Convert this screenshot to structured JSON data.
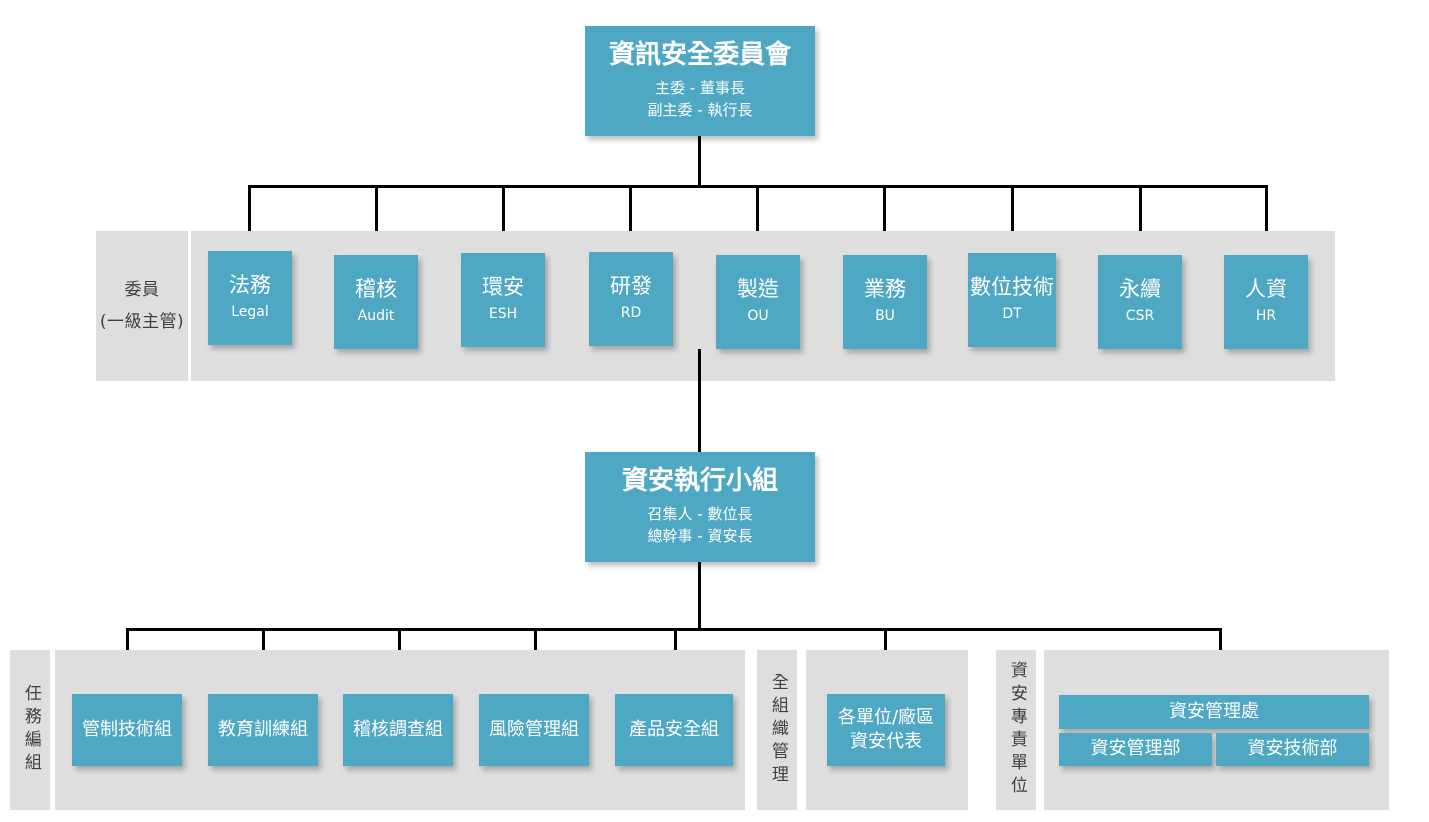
{
  "colors": {
    "node_fill": "#4ea7c3",
    "band_fill": "#dedede",
    "connector": "#000000",
    "node_text": "#ffffff",
    "band_text": "#404040"
  },
  "top": {
    "title": "資訊安全委員會",
    "roles": [
      "主委 - 董事長",
      "副主委 - 執行長"
    ]
  },
  "committee": {
    "label_line1": "委員",
    "label_line2": "(一級主管)",
    "members": [
      {
        "cn": "法務",
        "en": "Legal"
      },
      {
        "cn": "稽核",
        "en": "Audit"
      },
      {
        "cn": "環安",
        "en": "ESH"
      },
      {
        "cn": "研發",
        "en": "RD"
      },
      {
        "cn": "製造",
        "en": "OU"
      },
      {
        "cn": "業務",
        "en": "BU"
      },
      {
        "cn": "數位技術",
        "en": "DT"
      },
      {
        "cn": "永續",
        "en": "CSR"
      },
      {
        "cn": "人資",
        "en": "HR"
      }
    ]
  },
  "exec": {
    "title": "資安執行小組",
    "roles": [
      "召集人 - 數位長",
      "總幹事 - 資安長"
    ]
  },
  "task_force": {
    "label": "任務編組",
    "groups": [
      {
        "cn": "管制技術組"
      },
      {
        "cn": "教育訓練組"
      },
      {
        "cn": "稽核調查組"
      },
      {
        "cn": "風險管理組"
      },
      {
        "cn": "產品安全組"
      }
    ]
  },
  "org_wide": {
    "label": "全組織管理",
    "groups": [
      {
        "cn_line1": "各單位/廠區",
        "cn_line2": "資安代表"
      }
    ]
  },
  "dedicated_unit": {
    "label": "資安專責單位",
    "head": "資安管理處",
    "departments": [
      "資安管理部",
      "資安技術部"
    ]
  }
}
